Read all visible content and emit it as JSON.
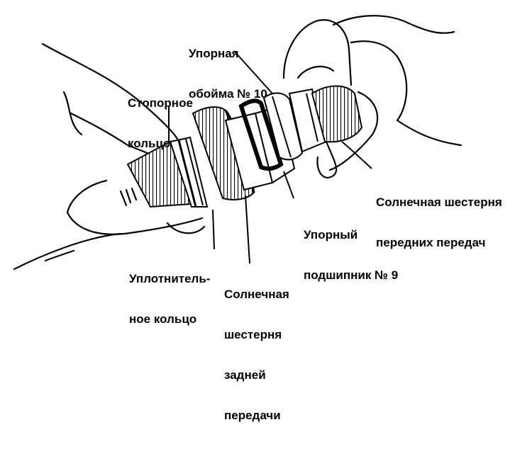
{
  "colors": {
    "ink": "#000000",
    "paper": "#ffffff"
  },
  "labels": {
    "thrust_washer_10": [
      "Упорная",
      "обойма № 10"
    ],
    "snap_ring": [
      "Стопорное",
      "кольцо"
    ],
    "front_sun_gear": [
      "Солнечная шестерня",
      "передних передач"
    ],
    "thrust_bearing_9": [
      "Упорный",
      "подшипник № 9"
    ],
    "seal_ring": [
      "Уплотнитель-",
      "ное кольцо"
    ],
    "rear_sun_gear": [
      "Солнечная",
      "шестерня",
      "задней",
      "передачи"
    ]
  }
}
